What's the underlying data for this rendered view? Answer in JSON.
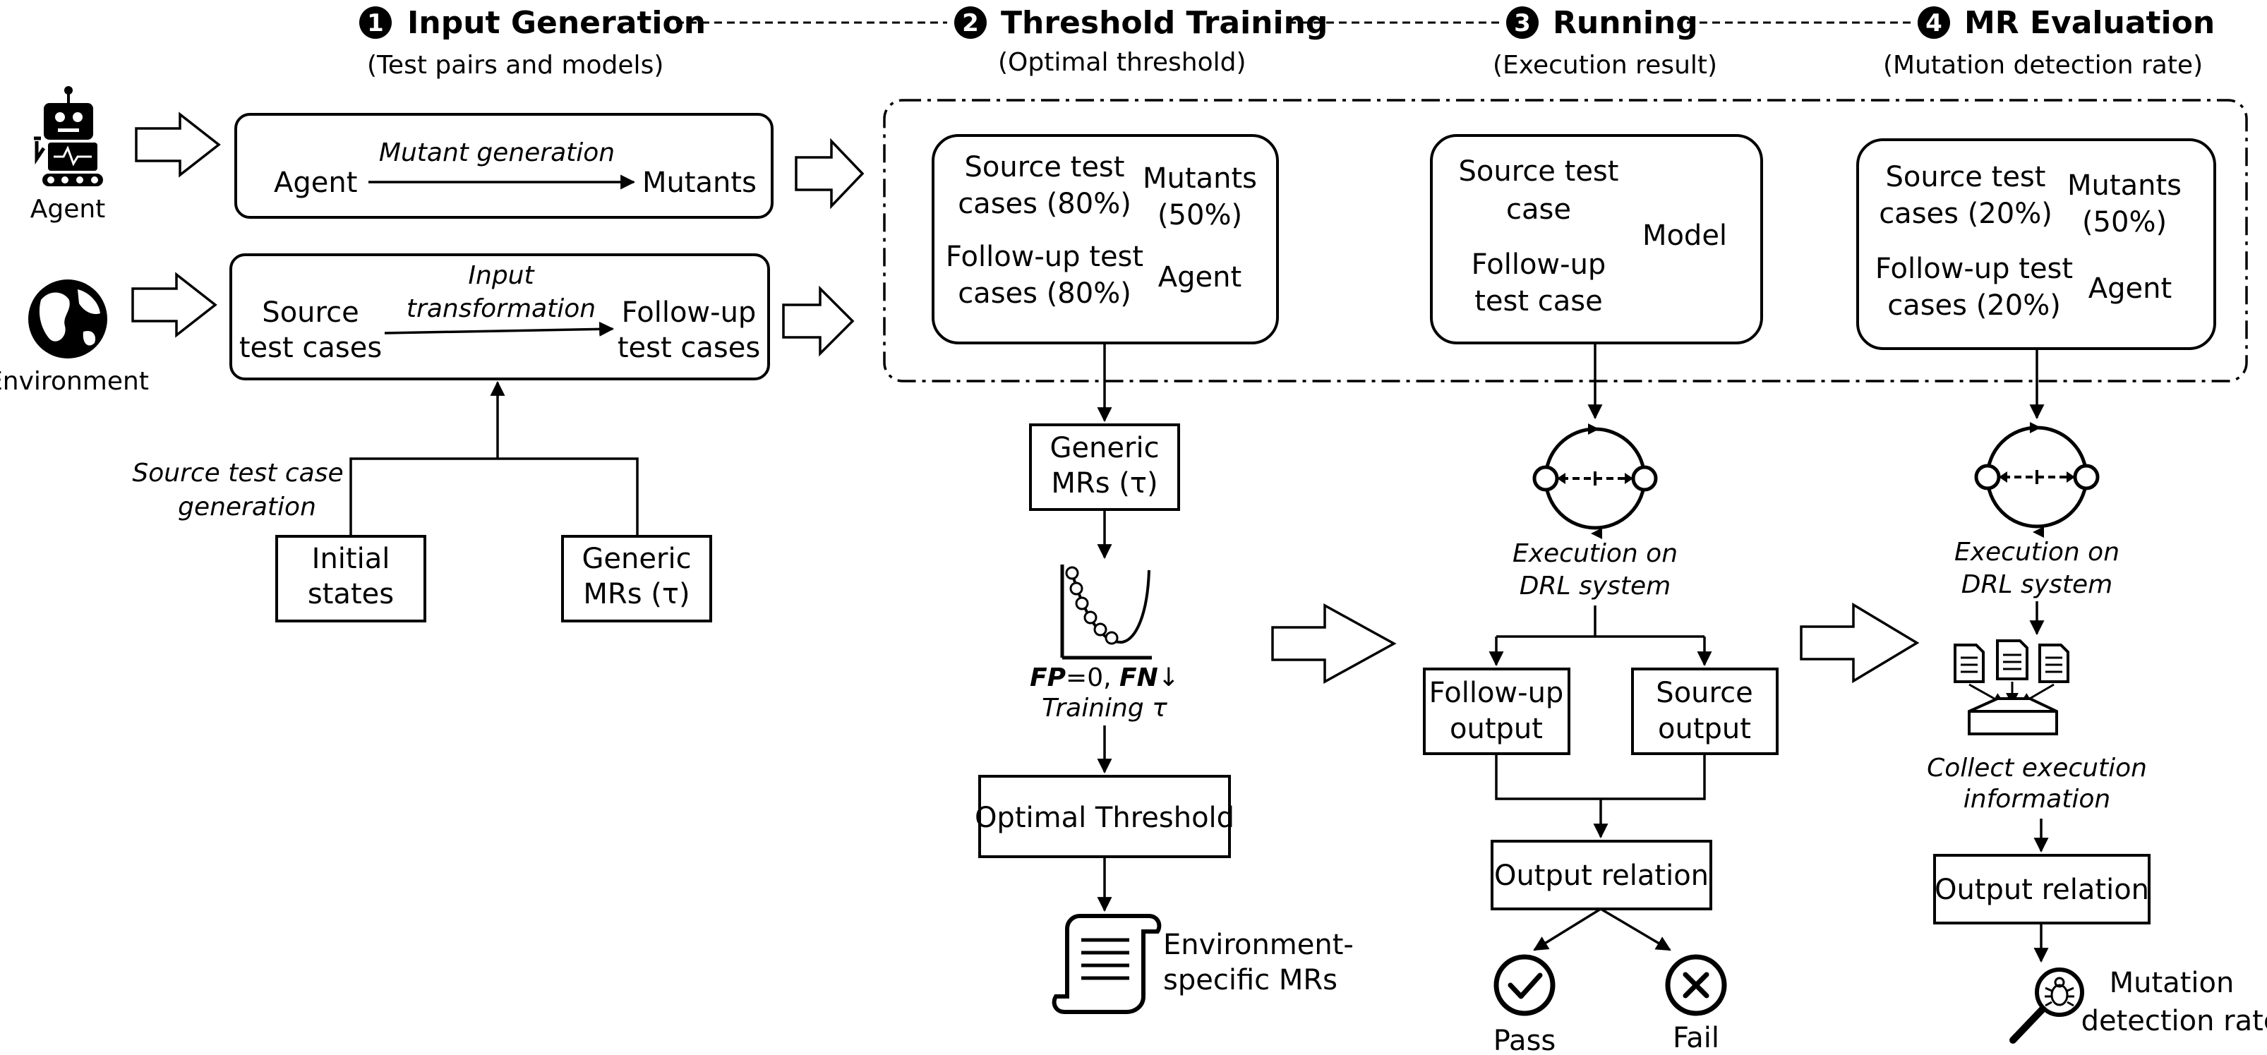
{
  "stages": [
    {
      "number": "1",
      "title": "Input Generation",
      "subtitle": "(Test pairs and models)"
    },
    {
      "number": "2",
      "title": "Threshold Training",
      "subtitle": "(Optimal threshold)"
    },
    {
      "number": "3",
      "title": "Running",
      "subtitle": "(Execution result)"
    },
    {
      "number": "4",
      "title": "MR Evaluation",
      "subtitle": "(Mutation detection rate)"
    }
  ],
  "input_generation": {
    "agent_caption": "Agent",
    "environment_caption": "Environment",
    "mutant_box": {
      "left": "Agent",
      "arrow_label": "Mutant generation",
      "right": "Mutants"
    },
    "transform_box": {
      "left": [
        "Source",
        "test cases"
      ],
      "arrow_label": [
        "Input",
        "transformation"
      ],
      "right": [
        "Follow-up",
        "test cases"
      ]
    },
    "source_generation_label": [
      "Source test case",
      "generation"
    ],
    "initial_states": [
      "Initial",
      "states"
    ],
    "generic_mrs": [
      "Generic",
      "MRs (τ)"
    ]
  },
  "threshold_training": {
    "box": {
      "source": [
        "Source test",
        "cases (80%)"
      ],
      "followup": [
        "Follow-up test",
        "cases (80%)"
      ],
      "mutants": [
        "Mutants",
        "(50%)"
      ],
      "agent": "Agent"
    },
    "generic_mrs": [
      "Generic",
      "MRs (τ)"
    ],
    "fp_fn": {
      "fp": "FP",
      "fp_value": "=0, ",
      "fn": "FN",
      "fn_arrow": "↓"
    },
    "training_label": "Training τ",
    "optimal_threshold": "Optimal Threshold",
    "env_mrs": [
      "Environment-",
      "specific MRs"
    ]
  },
  "running": {
    "box": {
      "source": [
        "Source test",
        "case"
      ],
      "followup": [
        "Follow-up",
        "test case"
      ],
      "model": "Model"
    },
    "execution_label": [
      "Execution on",
      "DRL system"
    ],
    "followup_output": [
      "Follow-up",
      "output"
    ],
    "source_output": [
      "Source",
      "output"
    ],
    "output_relation": "Output relation",
    "pass": "Pass",
    "fail": "Fail"
  },
  "mr_evaluation": {
    "box": {
      "source": [
        "Source test",
        "cases (20%)"
      ],
      "followup": [
        "Follow-up test",
        "cases (20%)"
      ],
      "mutants": [
        "Mutants",
        "(50%)"
      ],
      "agent": "Agent"
    },
    "execution_label": [
      "Execution on",
      "DRL system"
    ],
    "collect_label": [
      "Collect execution",
      "information"
    ],
    "output_relation": "Output relation",
    "detection_rate": [
      "Mutation",
      "detection rate"
    ]
  }
}
